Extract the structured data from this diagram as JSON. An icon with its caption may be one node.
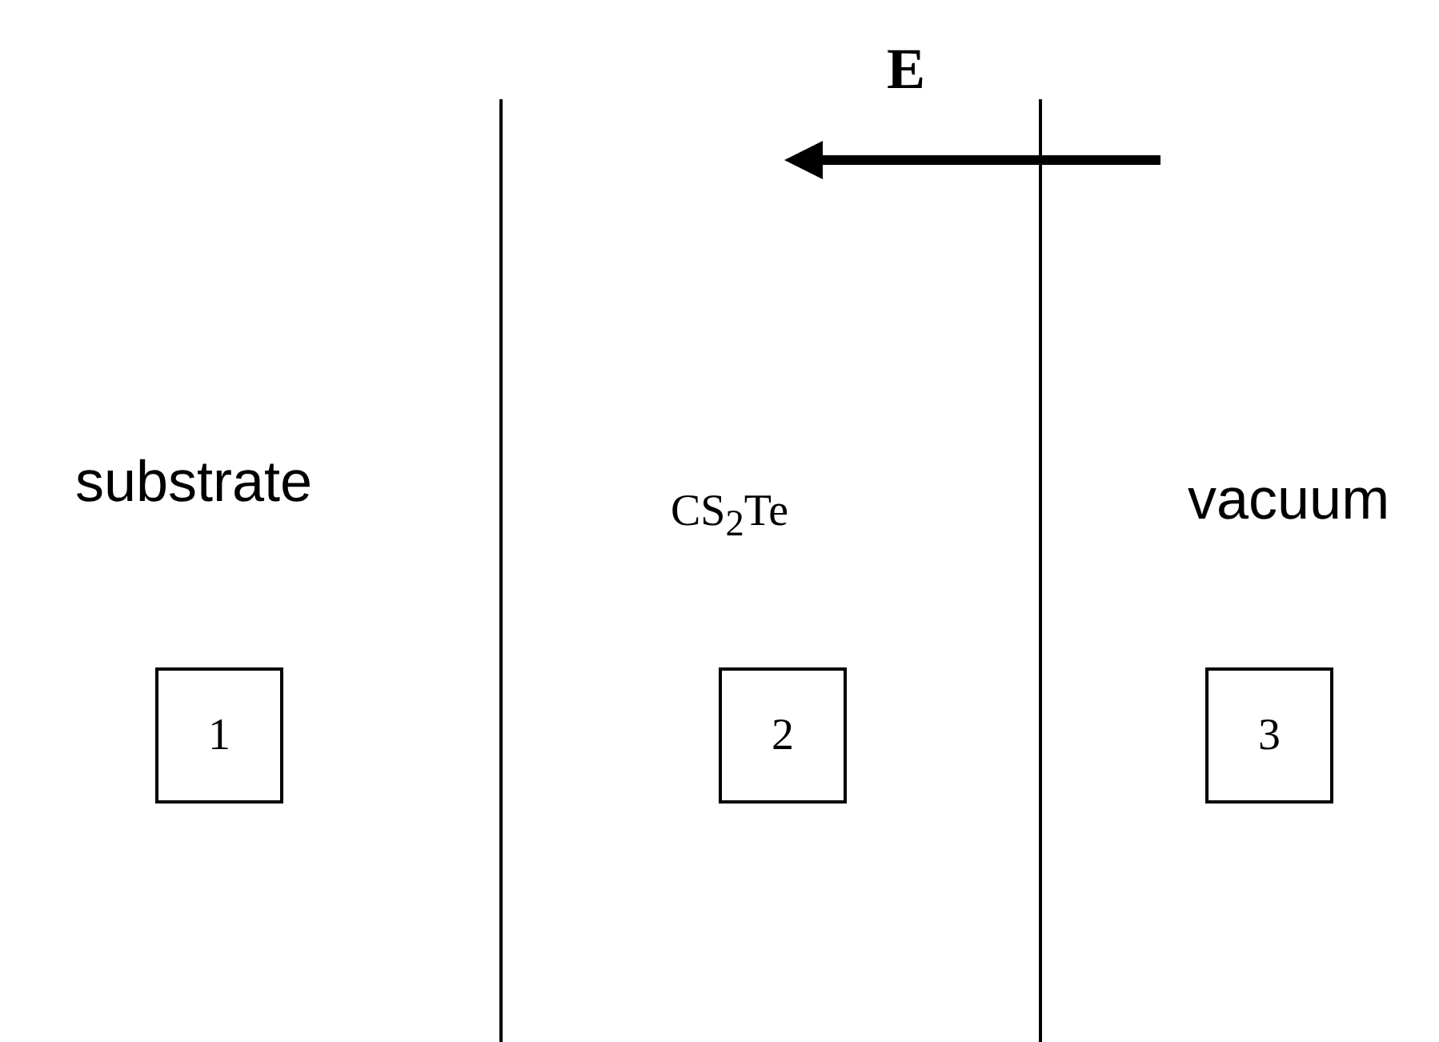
{
  "diagram": {
    "nodes": [
      {
        "text": [
          "1"
        ]
      },
      {
        "text": [
          "2"
        ]
      },
      {
        "text": [
          "3"
        ]
      }
    ],
    "labels": [
      "E",
      "substrate",
      "CS$_{2}$Te",
      "vacuum"
    ]
  }
}
